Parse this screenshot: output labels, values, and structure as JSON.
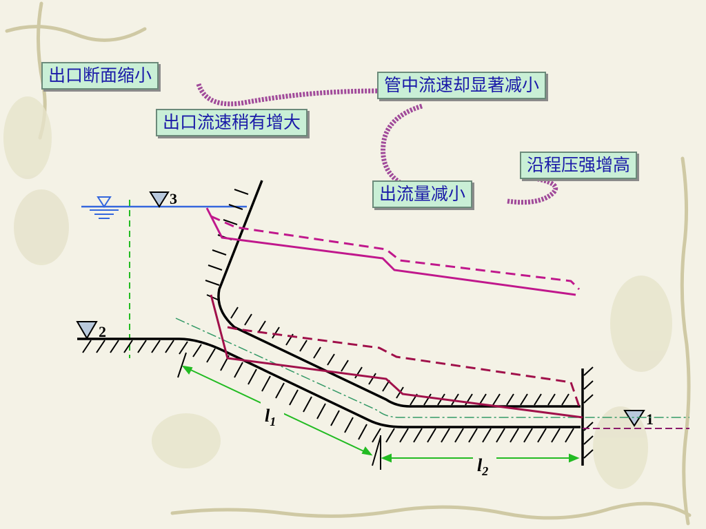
{
  "labels": {
    "exit_section": "出口断面缩小",
    "pipe_velocity": "管中流速却显著减小",
    "exit_velocity": "出口流速稍有增大",
    "pressure": "沿程压强增高",
    "outflow": "出流量减小"
  },
  "levels": {
    "level_3": "3",
    "level_2": "2",
    "level_1": "1"
  },
  "lengths": {
    "l1": {
      "symbol": "l",
      "sub": "1"
    },
    "l2": {
      "symbol": "l",
      "sub": "2"
    }
  },
  "colors": {
    "background": "#f4f2e6",
    "label_fill": "#c9efd6",
    "label_text": "#1a1aa8",
    "water_surface": "#3366dd",
    "energy_line": "#c0178c",
    "pressure_line": "#a0104a",
    "dimension": "#22bb22",
    "centerline": "#339966",
    "rope": "#a04a9a"
  }
}
